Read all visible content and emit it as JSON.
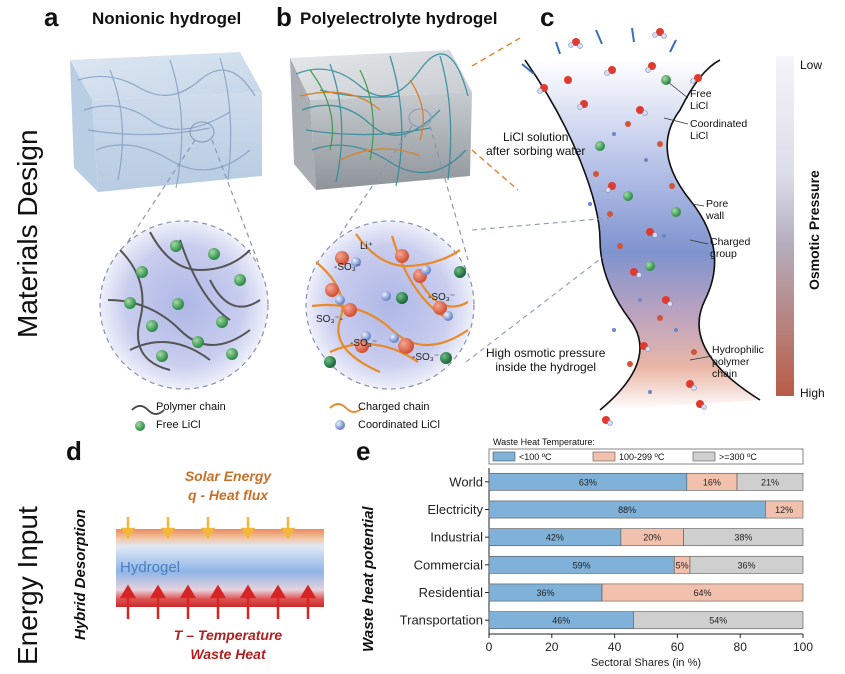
{
  "section_labels": {
    "materials_design": "Materials Design",
    "energy_input": "Energy Input"
  },
  "panels": {
    "a": {
      "letter": "a",
      "title": "Nonionic hydrogel",
      "legend": [
        {
          "text": "Polymer chain"
        },
        {
          "text": "Free LiCl"
        }
      ]
    },
    "b": {
      "letter": "b",
      "title": "Polyelectrolyte hydrogel",
      "ions": {
        "li": "Li⁺",
        "so3": "-SO₃⁻",
        "so3_b": "SO₃⁻-"
      },
      "legend": [
        {
          "text": "Charged chain"
        },
        {
          "text": "Coordinated LiCl"
        }
      ]
    },
    "c": {
      "letter": "c",
      "labels": {
        "free_licl": "Free\nLiCl",
        "coordinated_licl": "Coordinated\nLiCl",
        "licl_solution": "LiCl solution\nafter sorbing water",
        "pore_wall": "Pore\nwall",
        "charged_group": "Charged\ngroup",
        "high_osmotic": "High osmotic pressure\ninside the hydrogel",
        "hydrophilic_chain": "Hydrophilic\npolymer\nchain"
      },
      "osmotic_bar": {
        "title": "Osmotic Pressure",
        "low": "Low",
        "high": "High",
        "color_low": "#f2f2f8",
        "color_mid": "#c9cbe0",
        "color_high": "#b85c45"
      }
    },
    "d": {
      "letter": "d",
      "side_label": "Hybrid Desorption",
      "solar_line1": "Solar Energy",
      "solar_line2": "q - Heat flux",
      "hydrogel_label": "Hydrogel",
      "waste_line1": "T – Temperature",
      "waste_line2": "Waste Heat",
      "colors": {
        "solar_text": "#c8702a",
        "waste_text": "#b02020",
        "hydrogel_text": "#4a7fc1"
      }
    },
    "e": {
      "letter": "e",
      "side_label": "Waste heat potential"
    }
  },
  "chart_data": {
    "type": "bar",
    "orientation": "horizontal",
    "stacked": true,
    "legend_title": "Waste Heat Temperature:",
    "legend_position": "top",
    "categories": [
      "World",
      "Electricity",
      "Industrial",
      "Commercial",
      "Residential",
      "Transportation"
    ],
    "series": [
      {
        "name": "<100 ºC",
        "color": "#7fb1d9",
        "values": [
          63,
          88,
          42,
          59,
          36,
          46
        ]
      },
      {
        "name": "100-299 ºC",
        "color": "#f2c1ad",
        "values": [
          16,
          12,
          20,
          5,
          64,
          0
        ]
      },
      {
        "name": ">=300 ºC",
        "color": "#cfcfcf",
        "values": [
          21,
          0,
          38,
          36,
          0,
          54
        ]
      }
    ],
    "data_labels": [
      [
        "63%",
        "16%",
        "21%"
      ],
      [
        "88%",
        "12%",
        ""
      ],
      [
        "42%",
        "20%",
        "38%"
      ],
      [
        "59%",
        "5%",
        "36%"
      ],
      [
        "36%",
        "64%",
        ""
      ],
      [
        "46%",
        "",
        "54%"
      ]
    ],
    "xlabel": "Sectoral Shares (in %)",
    "ylabel": "",
    "xlim": [
      0,
      100
    ],
    "xticks": [
      "0",
      "20",
      "40",
      "60",
      "80",
      "100"
    ],
    "grid": false
  }
}
